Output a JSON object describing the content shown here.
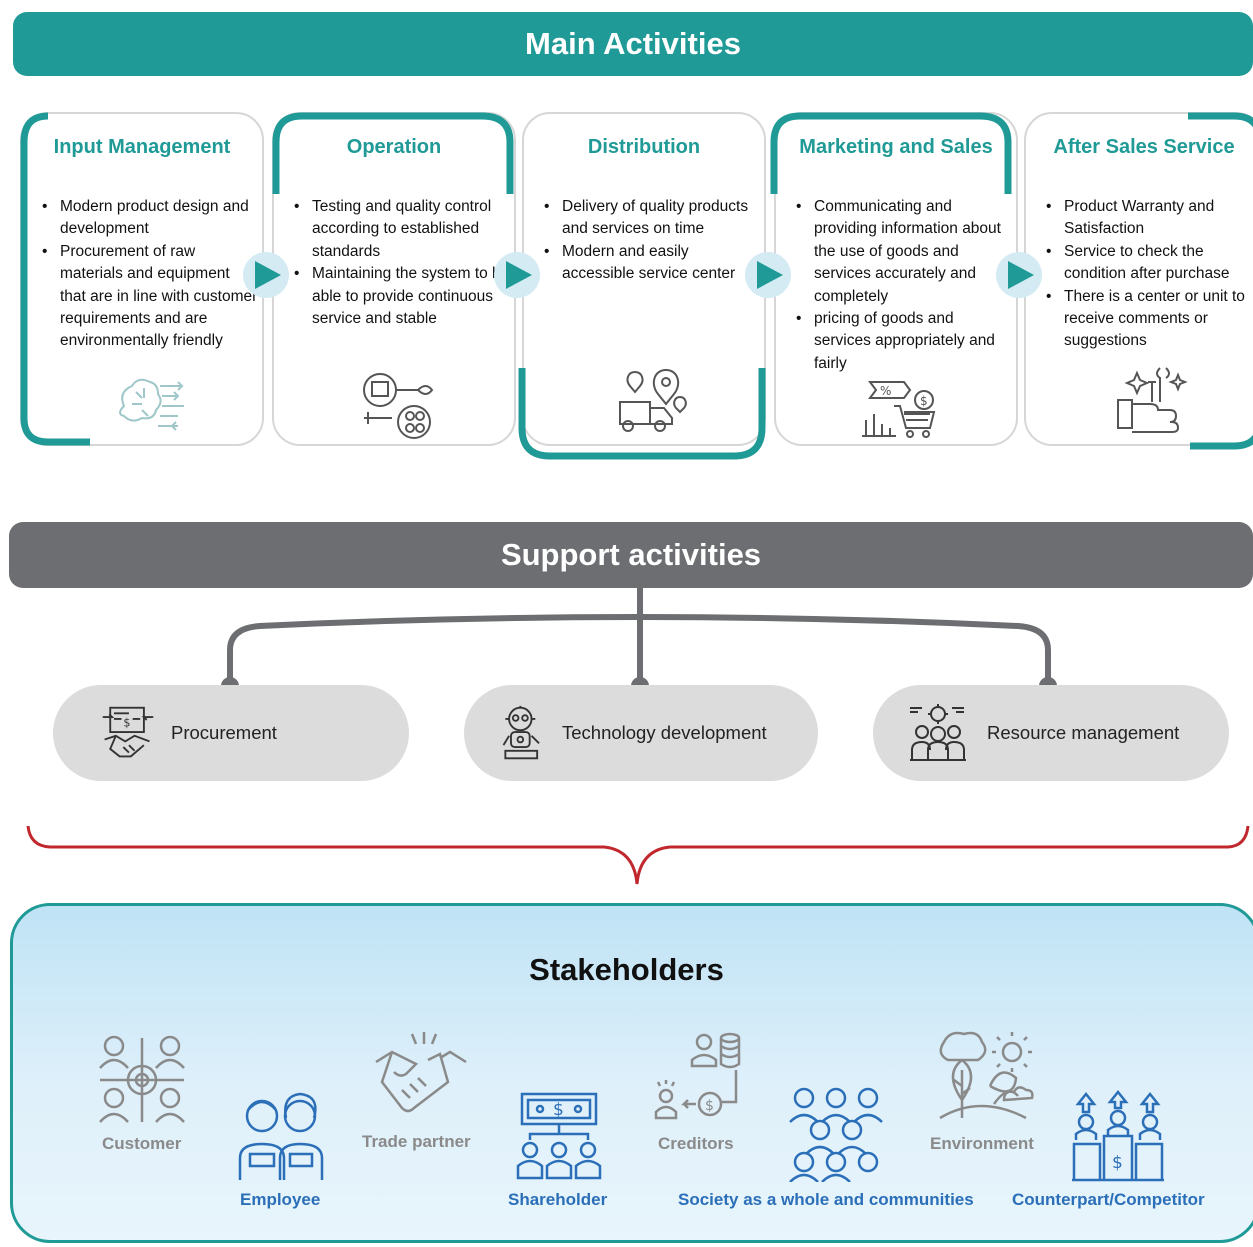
{
  "main": {
    "title": "Main Activities",
    "cards": [
      {
        "title": "Input Management",
        "bullets": [
          "Modern product design and development",
          "Procurement of raw materials and equipment that are in line with customer requirements and are environmentally friendly"
        ],
        "icon": "brain-circuit-icon"
      },
      {
        "title": "Operation",
        "bullets": [
          "Testing and quality control according to established standards",
          "Maintaining the system to be able to provide continuous service and stable"
        ],
        "icon": "gear-wrench-icon"
      },
      {
        "title": "Distribution",
        "bullets": [
          "Delivery of quality products and services on time",
          "Modern and easily accessible service center"
        ],
        "icon": "delivery-truck-icon"
      },
      {
        "title": "Marketing and Sales",
        "bullets": [
          "Communicating and providing information about the use of goods and services accurately and completely",
          "pricing of goods and services appropriately and fairly"
        ],
        "icon": "shopping-cart-icon"
      },
      {
        "title": "After Sales Service",
        "bullets": [
          "Product Warranty and Satisfaction",
          "Service to check the condition after purchase",
          "There is a center or unit to receive comments or suggestions"
        ],
        "icon": "hand-tools-icon"
      }
    ]
  },
  "support": {
    "title": "Support activities",
    "items": [
      {
        "label": "Procurement",
        "icon": "handshake-document-icon"
      },
      {
        "label": "Technology development",
        "icon": "robot-icon"
      },
      {
        "label": "Resource management",
        "icon": "team-gear-icon"
      }
    ]
  },
  "stakeholders": {
    "title": "Stakeholders",
    "items": [
      {
        "label": "Customer",
        "color": "#8a8a8a"
      },
      {
        "label": "Employee",
        "color": "#2b6fb8"
      },
      {
        "label": "Trade partner",
        "color": "#8a8a8a"
      },
      {
        "label": "Shareholder",
        "color": "#2b6fb8"
      },
      {
        "label": "Creditors",
        "color": "#8a8a8a"
      },
      {
        "label": "Society as a whole and communities",
        "color": "#2b6fb8"
      },
      {
        "label": "Environment",
        "color": "#8a8a8a"
      },
      {
        "label": "Counterpart/Competitor",
        "color": "#2b6fb8"
      }
    ]
  },
  "colors": {
    "teal": "#1f9a96",
    "gray": "#6d6e71",
    "brace_red": "#c0282e",
    "light_blue": "#d4ebf3"
  }
}
